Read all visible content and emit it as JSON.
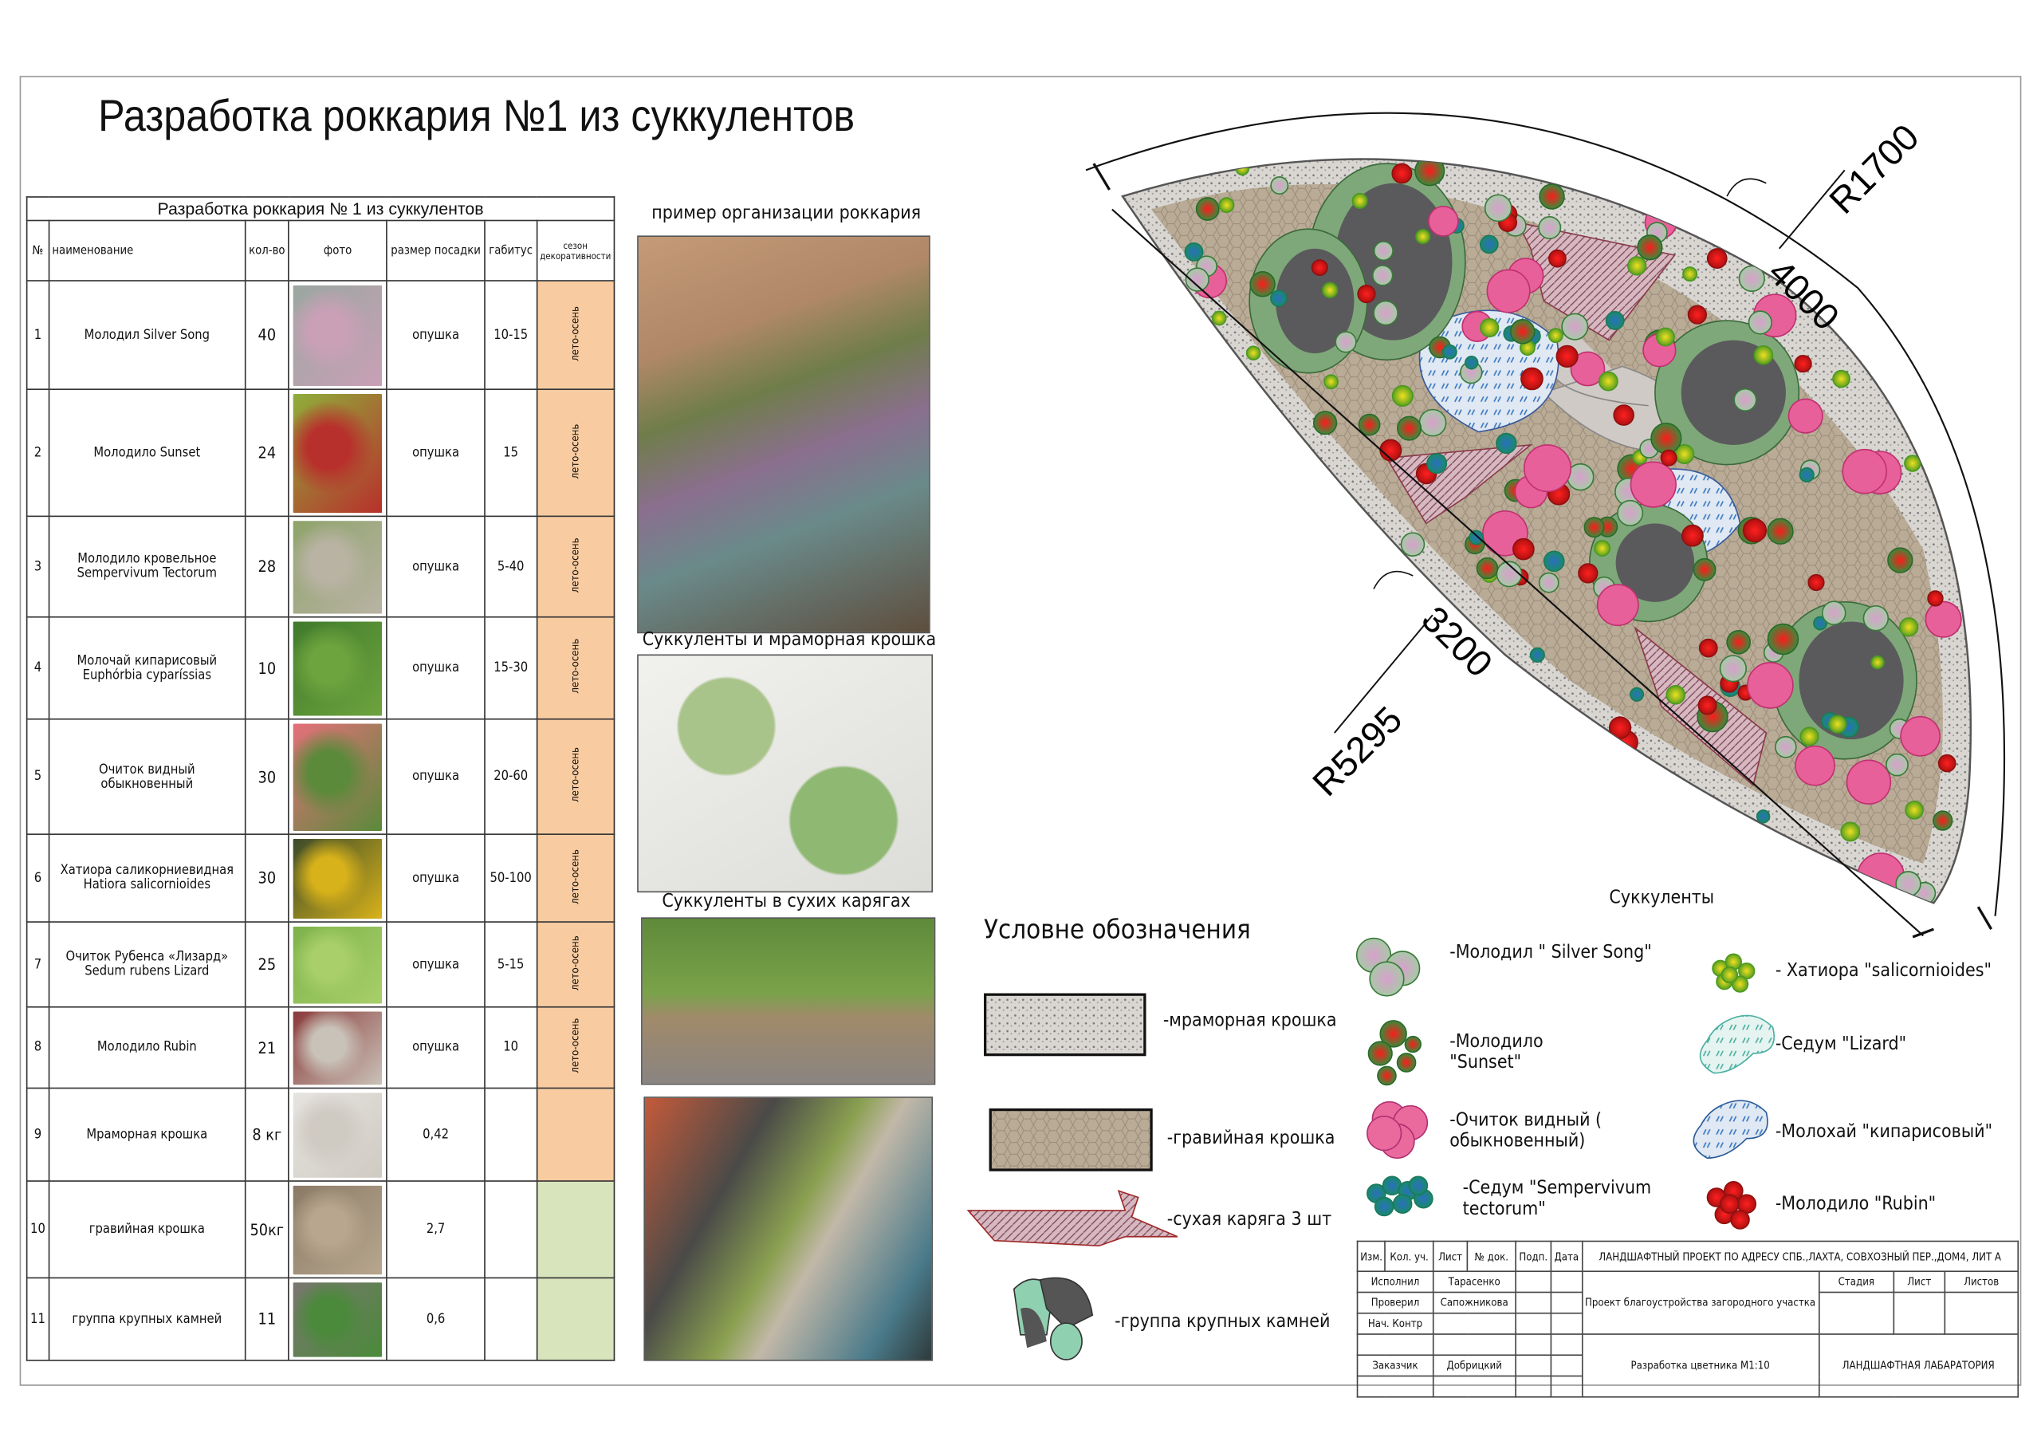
{
  "title": "Разработка роккария №1  из суккулентов",
  "table": {
    "caption": "Разработка роккария № 1 из суккулентов",
    "headers": [
      "№",
      "наименование",
      "кол-во",
      "фото",
      "размер посадки",
      "габитус",
      "сезон декоративности"
    ],
    "rows": [
      {
        "n": "1",
        "name": "Молодил Silver Song",
        "qty": "40",
        "size": "опушка",
        "habit": "10-15",
        "season": "лето-осень",
        "photo": "silver-song-photo",
        "c1": "#9aa7a0",
        "c2": "#c9a0b6"
      },
      {
        "n": "2",
        "name": "Молодило Sunset",
        "qty": "24",
        "size": "опушка",
        "habit": "15",
        "season": "лето-осень",
        "photo": "sunset-photo",
        "c1": "#8fae3a",
        "c2": "#b8302c"
      },
      {
        "n": "3",
        "name": "Молодило кровельное Sempervivum Tectorum",
        "qty": "28",
        "size": "опушка",
        "habit": "5-40",
        "season": "лето-осень",
        "photo": "tectorum-photo",
        "c1": "#8ea36a",
        "c2": "#b9b3a4"
      },
      {
        "n": "4",
        "name": "Молочай кипарисовый Euphórbia cyparíssias",
        "qty": "10",
        "size": "опушка",
        "habit": "15-30",
        "season": "лето-осень",
        "photo": "euphorbia-photo",
        "c1": "#3f7a2c",
        "c2": "#6ea43e"
      },
      {
        "n": "5",
        "name": "Очиток видный обыкновенный",
        "qty": "30",
        "size": "опушка",
        "habit": "20-60",
        "season": "лето-осень",
        "photo": "sedum-photo",
        "c1": "#e5707a",
        "c2": "#5a8a3a"
      },
      {
        "n": "6",
        "name": "Хатиора саликорниевидная Hatiora salicornioides",
        "qty": "30",
        "size": "опушка",
        "habit": "50-100",
        "season": "лето-осень",
        "photo": "hatiora-photo",
        "c1": "#3a4a2a",
        "c2": "#d8b21a"
      },
      {
        "n": "7",
        "name": "Очиток Рубенса «Лизард» Sedum rubens Lizard",
        "qty": "25",
        "size": "опушка",
        "habit": "5-15",
        "season": "лето-осень",
        "photo": "lizard-photo",
        "c1": "#7db24a",
        "c2": "#a8cf6a"
      },
      {
        "n": "8",
        "name": "Молодило Rubin",
        "qty": "21",
        "size": "опушка",
        "habit": "10",
        "season": "лето-осень",
        "photo": "rubin-photo",
        "c1": "#8a3a3a",
        "c2": "#c9c2b8"
      },
      {
        "n": "9",
        "name": "Мраморная крошка",
        "qty": "8 кг",
        "size": "0,42",
        "habit": "",
        "season": "",
        "photo": "marble-photo",
        "c1": "#e6e4e0",
        "c2": "#cfcac2"
      },
      {
        "n": "10",
        "name": "гравийная крошка",
        "qty": "50кг",
        "size": "2,7",
        "habit": "",
        "season": "",
        "photo": "gravel-photo",
        "c1": "#8a7a66",
        "c2": "#b8a78e"
      },
      {
        "n": "11",
        "name": "группа крупных камней",
        "qty": "11",
        "size": "0,6",
        "habit": "",
        "season": "",
        "photo": "stones-photo",
        "c1": "#7a7670",
        "c2": "#4a8a3a"
      }
    ]
  },
  "photos": {
    "caption1": "пример организации  роккария",
    "caption2": "Суккуленты и мраморная крошка",
    "caption3": "Суккуленты в сухих карягах"
  },
  "plan": {
    "dim1": "4000",
    "dim2": "R1700",
    "dim3": "3200",
    "dim4": "R5295"
  },
  "legend": {
    "title": "Условне обозначения",
    "items": [
      "-мраморная крошка",
      "-гравийная крошка",
      "-сухая каряга 3 шт",
      "-группа крупных камней"
    ],
    "succ_title": "Суккуленты",
    "succ": [
      "-Молодил \" Silver Song\"",
      "-Молодило \"Sunset\"",
      "-Очиток видный ( обыкновенный)",
      "-Седум \"Sempervivum tectorum\"",
      "- Хатиора \"salicornioides\"",
      "-Седум \"Lizard\"",
      "-Молохай \"кипарисовый\"",
      "-Молодило \"Rubin\""
    ]
  },
  "titleblock": {
    "h": [
      "Изм.",
      "Кол. уч.",
      "Лист",
      "№ док.",
      "Подп.",
      "Дата"
    ],
    "address": "ЛАНДШАФТНЫЙ ПРОЕКТ ПО АДРЕСУ СПБ.,ЛАХТА, СОВХОЗНЫЙ ПЕР.,ДОМ4, ЛИТ А",
    "roles": [
      "Исполнил",
      "Проверил",
      "Нач. Контр",
      "",
      "Заказчик",
      ""
    ],
    "names": [
      "Тарасенко",
      "Сапожникова",
      "",
      "",
      "Добрицкий",
      ""
    ],
    "project": "Проект благоустройства загородного участка",
    "stage": "Стадия",
    "sheet": "Лист",
    "sheets": "Листов",
    "drawing": "Разработка цветника  М1:10",
    "org": "ЛАНДШАФТНАЯ ЛАБАРАТОРИЯ"
  }
}
